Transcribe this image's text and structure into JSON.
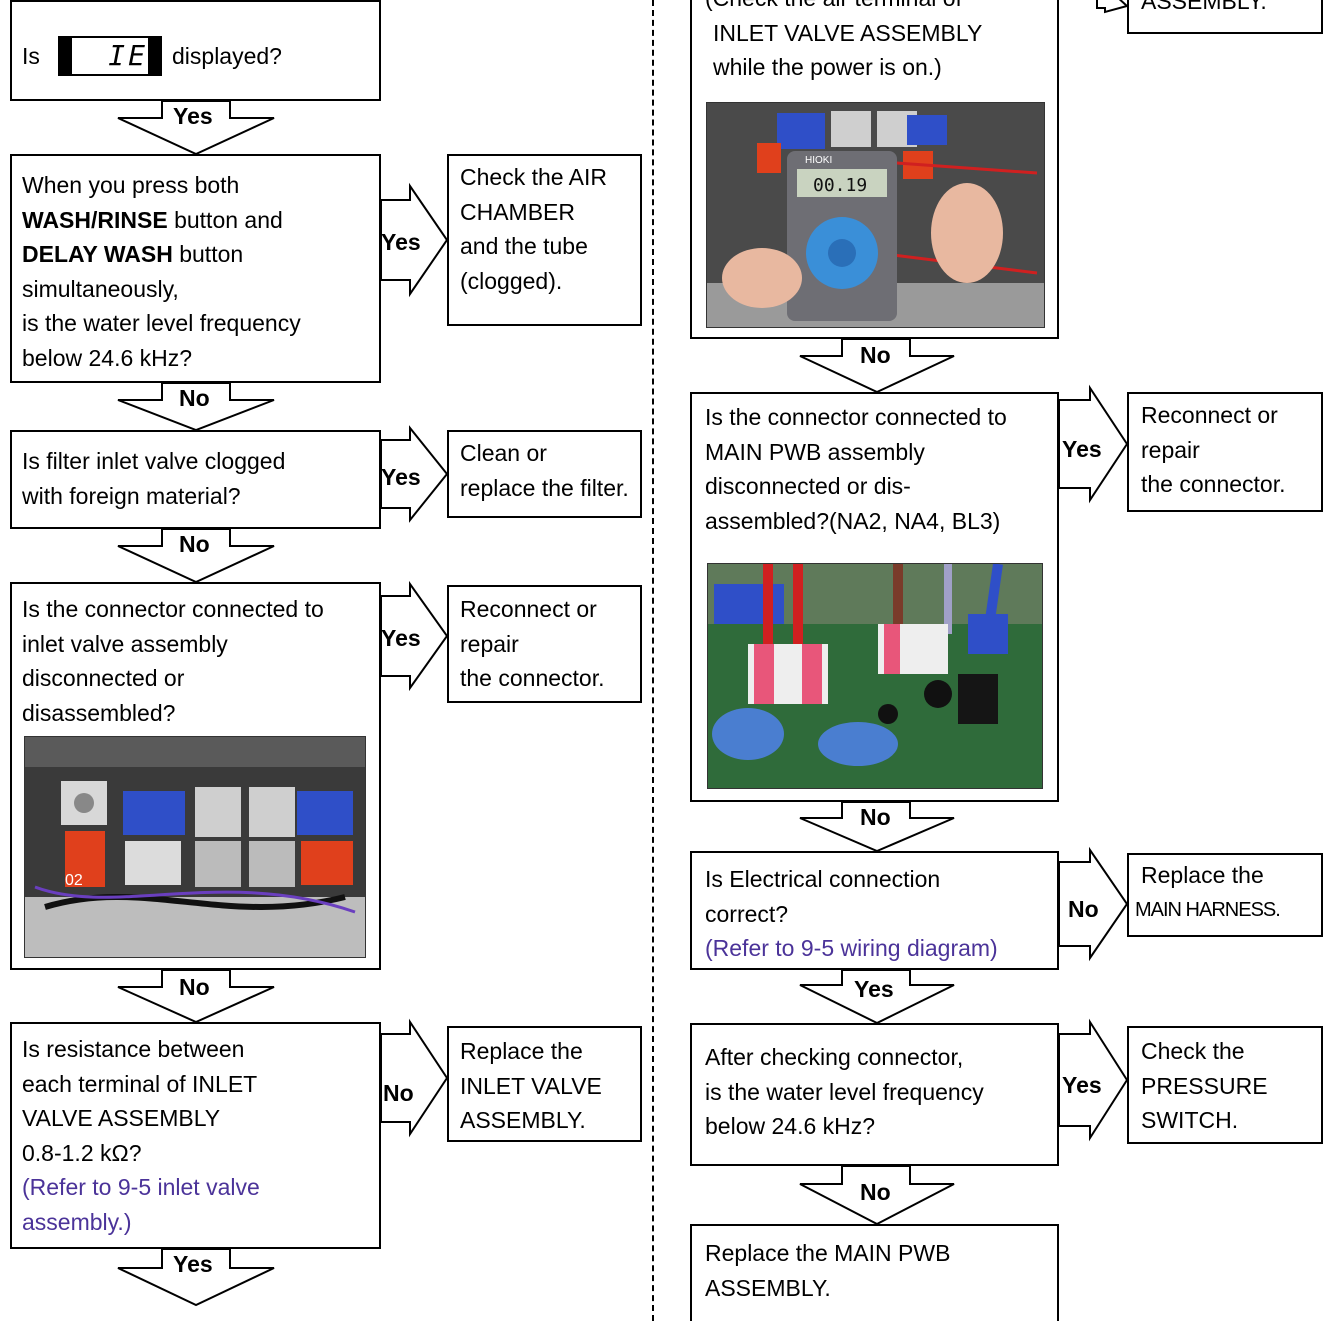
{
  "left": {
    "q1": {
      "prefix": "Is",
      "display_code": "IE",
      "suffix": "displayed?"
    },
    "yes_1": "Yes",
    "q2": {
      "line1": "When you press both",
      "line2_bold": "WASH/RINSE",
      "line2_rest": " button and",
      "line3_bold": "DELAY WASH",
      "line3_rest": " button",
      "line4": "simultaneously,",
      "line5": "is the water level frequency",
      "line6": "below 24.6 kHz?"
    },
    "q2_yes": "Yes",
    "a2": [
      "Check the AIR",
      "CHAMBER",
      "and the tube",
      "(clogged)."
    ],
    "no_2": "No",
    "q3": [
      "Is filter inlet valve clogged",
      "with foreign material?"
    ],
    "q3_yes": "Yes",
    "a3": [
      "Clean or",
      "replace the filter."
    ],
    "no_3": "No",
    "q4": [
      "Is the connector connected to",
      "inlet valve assembly",
      "disconnected or",
      "disassembled?"
    ],
    "q4_yes": "Yes",
    "a4": [
      "Reconnect or",
      "repair",
      "the connector."
    ],
    "photo_inlet_tag": "02",
    "no_4": "No",
    "q5": {
      "lines": [
        "Is resistance between",
        "each terminal of INLET",
        "VALVE ASSEMBLY",
        "0.8-1.2 kΩ?"
      ],
      "ref": [
        "(Refer to 9-5 inlet valve",
        "assembly.)"
      ]
    },
    "q5_no": "No",
    "a5": [
      "Replace the",
      "INLET VALVE",
      "ASSEMBLY."
    ],
    "yes_5": "Yes"
  },
  "right": {
    "top_box": [
      "(Check the air terminal of",
      "INLET VALVE ASSEMBLY",
      "while the power is on.)"
    ],
    "top_right_box": [
      "ASSEMBLY."
    ],
    "meter": {
      "brand": "HIOKI",
      "reading": "00.19"
    },
    "no_1": "No",
    "q2": [
      "Is the connector connected to",
      "MAIN PWB assembly",
      "disconnected or dis-",
      "assembled?(NA2, NA4, BL3)"
    ],
    "q2_yes": "Yes",
    "a2": [
      "Reconnect or",
      "repair",
      "the connector."
    ],
    "no_2": "No",
    "q3": {
      "lines": [
        "Is Electrical connection",
        "correct?"
      ],
      "ref": "(Refer to 9-5 wiring diagram)"
    },
    "q3_no": "No",
    "a3": [
      "Replace the",
      "MAIN HARNESS."
    ],
    "yes_3": "Yes",
    "q4": [
      "After checking connector,",
      "is the water level frequency",
      "below 24.6 kHz?"
    ],
    "q4_yes": "Yes",
    "a4": [
      "Check the",
      "PRESSURE",
      "SWITCH."
    ],
    "no_4": "No",
    "q5": [
      "Replace the MAIN PWB",
      "ASSEMBLY."
    ]
  },
  "colors": {
    "reference_text": "#4b3399",
    "line": "#000000"
  }
}
